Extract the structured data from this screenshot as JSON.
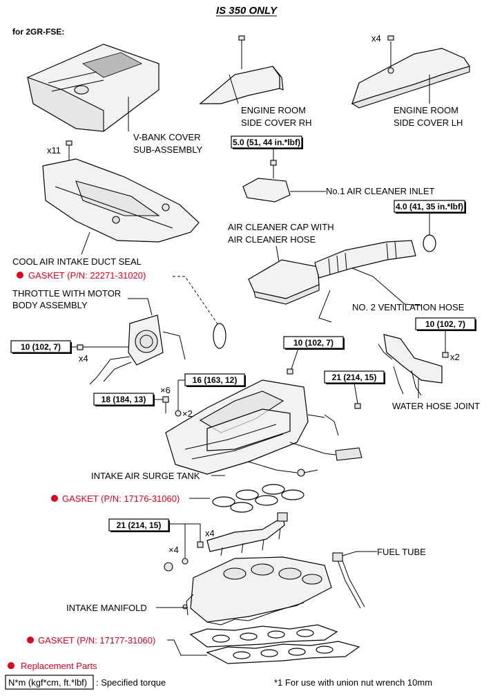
{
  "header": {
    "title": "IS 350 ONLY",
    "engine_note": "for 2GR-FSE:"
  },
  "parts": {
    "vbank_cover": [
      "V-BANK COVER",
      "SUB-ASSEMBLY"
    ],
    "side_cover_rh": [
      "ENGINE ROOM",
      "SIDE COVER RH"
    ],
    "side_cover_lh": [
      "ENGINE ROOM",
      "SIDE COVER LH"
    ],
    "air_cleaner_inlet": "No.1 AIR CLEANER INLET",
    "air_cleaner_cap": [
      "AIR CLEANER CAP WITH",
      "AIR CLEANER HOSE"
    ],
    "cool_air_duct_seal": "COOL AIR INTAKE DUCT SEAL",
    "throttle_body": [
      "THROTTLE WITH MOTOR",
      "BODY ASSEMBLY"
    ],
    "ventilation_hose": "NO. 2 VENTILATION HOSE",
    "water_hose_joint": "WATER HOSE JOINT",
    "surge_tank": "INTAKE AIR SURGE TANK",
    "fuel_tube": "FUEL TUBE",
    "intake_manifold": "INTAKE MANIFOLD"
  },
  "gaskets": {
    "g1": "GASKET (P/N: 22271-31020)",
    "g2": "GASKET (P/N: 17176-31060)",
    "g3": "GASKET (P/N: 17177-31060)"
  },
  "torques": {
    "t_50": "5.0 (51, 44 in.*lbf)",
    "t_40": "4.0 (41, 35 in.*lbf)",
    "t_10a": "10 (102, 7)",
    "t_10b": "10 (102, 7)",
    "t_10c": "10 (102, 7)",
    "t_16": "16 (163, 12)",
    "t_18": "18 (184, 13)",
    "t_21a": "21 (214, 15)",
    "t_21b": "21 (214, 15)"
  },
  "quantities": {
    "q_x11": "x11",
    "q_x4_top": "x4",
    "q_x4_throttle": "x4",
    "q_x6": "×6",
    "q_x2_surge": "×2",
    "q_x2_water": "x2",
    "q_x4_mani_a": "×4",
    "q_x4_mani_b": "x4"
  },
  "legend": {
    "replacement": "Replacement Parts",
    "torque_box": "N*m (kgf*cm, ft.*lbf)",
    "torque_desc": ": Specified torque",
    "footnote": "*1 For use with union nut wrench 10mm"
  },
  "colors": {
    "accent_red": "#e0001b"
  }
}
